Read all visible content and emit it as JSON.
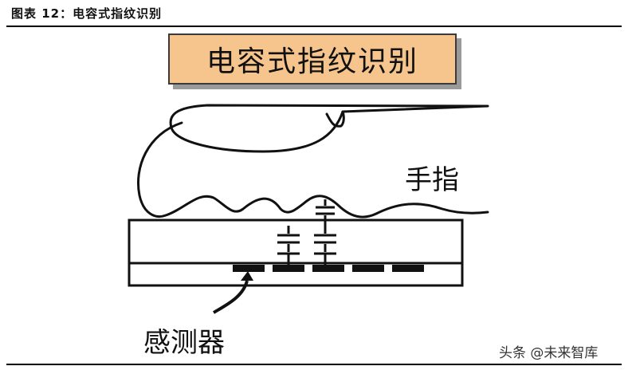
{
  "caption": "图表 12：电容式指纹识别",
  "title": "电容式指纹识别",
  "labels": {
    "finger": "手指",
    "sensor": "感测器"
  },
  "watermark": "头条 @未来智库",
  "colors": {
    "title_fill": "#f6c58d",
    "line": "#111111"
  }
}
